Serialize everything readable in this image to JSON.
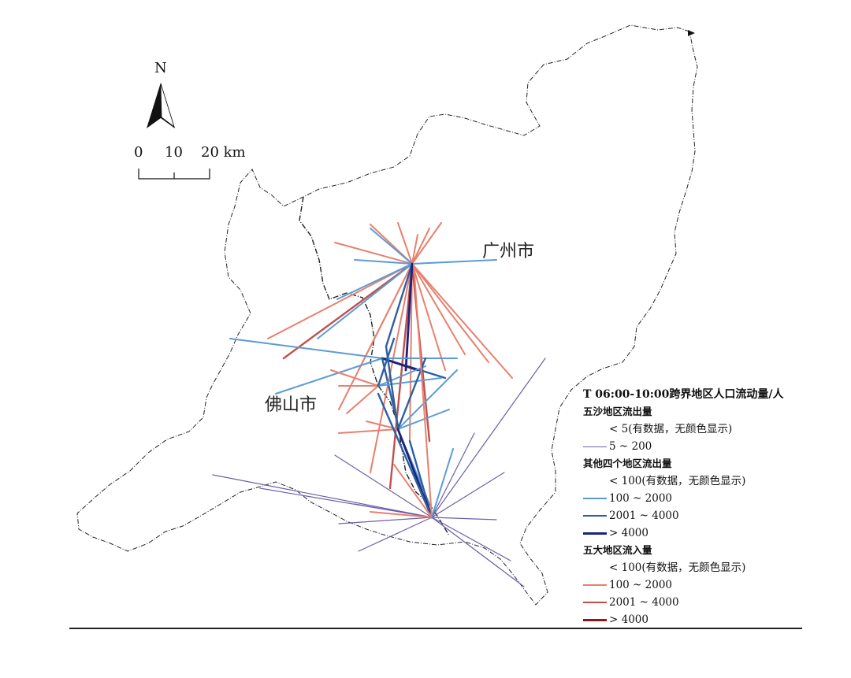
{
  "cities": {
    "guangzhou": "广州市",
    "foshan": "佛山市"
  },
  "north_arrow": {
    "label": "N"
  },
  "scale_bar": {
    "tick_0": "0",
    "tick_10": "10",
    "tick_20": "20 km"
  },
  "legend": {
    "title": "T 06:00-10:00跨界地区人口流动量/人",
    "sections": [
      {
        "heading": "五沙地区流出量",
        "items": [
          {
            "label": "< 5(有数据，无颜色显示)",
            "color": null,
            "width": 0
          },
          {
            "label": "5 ~ 200",
            "color": "#6e5fa8",
            "width": 1.5
          }
        ]
      },
      {
        "heading": "其他四个地区流出量",
        "items": [
          {
            "label": "< 100(有数据，无颜色显示)",
            "color": null,
            "width": 0
          },
          {
            "label": "100 ~ 2000",
            "color": "#5b9bd5",
            "width": 2
          },
          {
            "label": "2001 ~ 4000",
            "color": "#2f5f9e",
            "width": 2.5
          },
          {
            "label": "> 4000",
            "color": "#1a237e",
            "width": 3
          }
        ]
      },
      {
        "heading": "五大地区流入量",
        "items": [
          {
            "label": "< 100(有数据，无颜色显示)",
            "color": null,
            "width": 0
          },
          {
            "label": "100 ~ 2000",
            "color": "#e8806e",
            "width": 2
          },
          {
            "label": "2001 ~ 4000",
            "color": "#c0504d",
            "width": 2.5
          },
          {
            "label": "> 4000",
            "color": "#8b1a1a",
            "width": 3
          }
        ]
      }
    ]
  },
  "flow_colors": {
    "wusha_out": "#6e5fa8",
    "other_out_low": "#5b9bd5",
    "other_out_mid": "#2f5f9e",
    "other_out_high": "#1a237e",
    "inflow_low": "#e8806e",
    "inflow_mid": "#c0504d"
  }
}
